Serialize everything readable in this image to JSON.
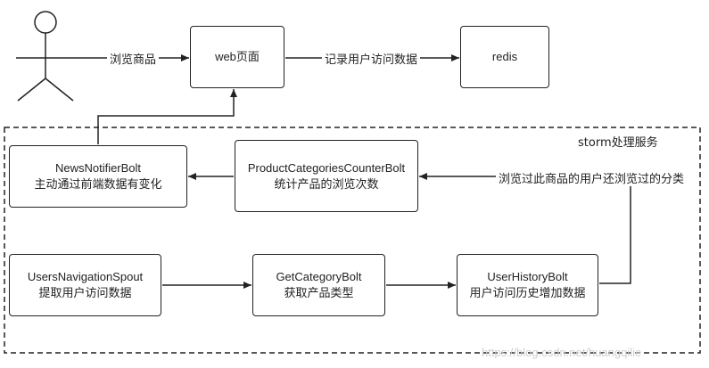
{
  "actor": {
    "icon": "person-icon"
  },
  "nodes": {
    "web_page": {
      "label": "web页面"
    },
    "redis": {
      "label": "redis"
    },
    "news_notifier": {
      "title": "NewsNotifierBolt",
      "desc": "主动通过前端数据有变化"
    },
    "product_counter": {
      "title": "ProductCategoriesCounterBolt",
      "desc": "统计产品的浏览次数"
    },
    "nav_spout": {
      "title": "UsersNavigationSpout",
      "desc": "提取用户访问数据"
    },
    "get_category": {
      "title": "GetCategoryBolt",
      "desc": "获取产品类型"
    },
    "user_history": {
      "title": "UserHistoryBolt",
      "desc": "用户访问历史增加数据"
    }
  },
  "edges": {
    "browse": "浏览商品",
    "record": "记录用户访问数据",
    "viewed": "浏览过此商品的用户还浏览过的分类"
  },
  "group": {
    "label": "storm处理服务"
  },
  "watermark": "https://blog.csdn.net/huangqilie"
}
